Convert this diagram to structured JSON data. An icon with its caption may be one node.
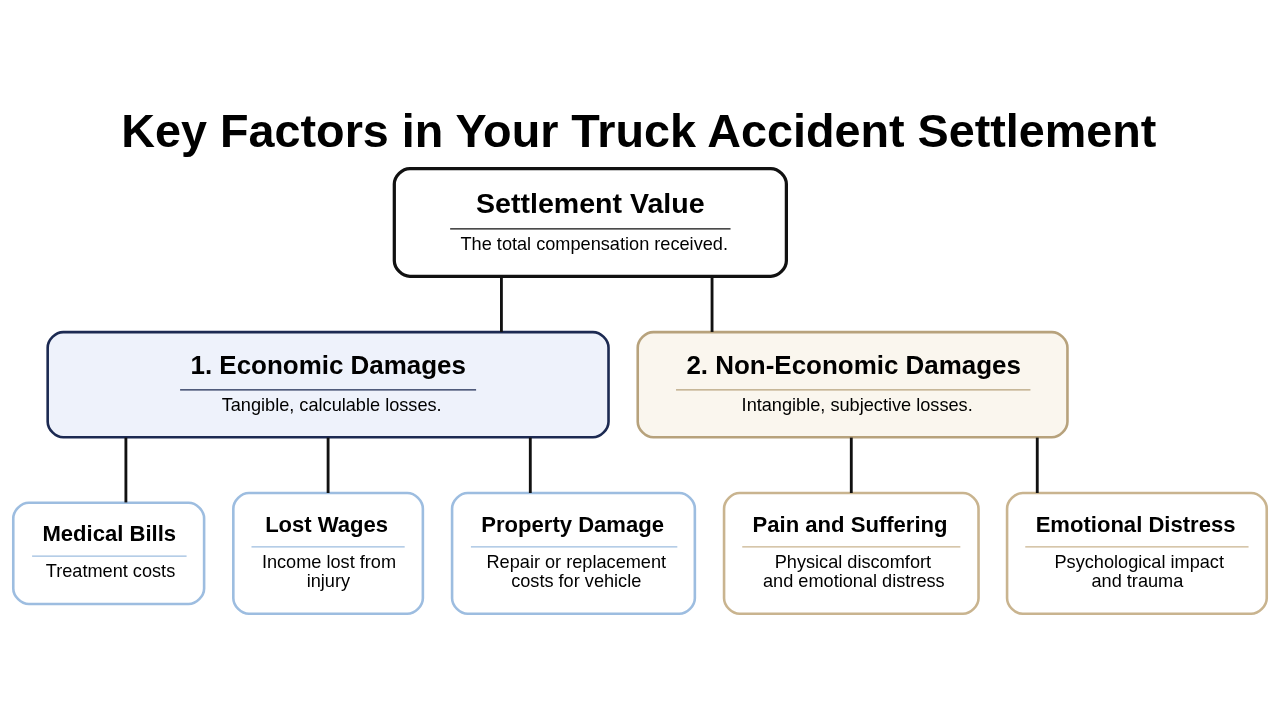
{
  "diagram": {
    "title": "Key Factors in Your Truck Accident Settlement",
    "nodes": [
      {
        "text": [
          "Settlement Value",
          "The total compensation received."
        ]
      },
      {
        "text": [
          "1. Economic Damages",
          "Tangible, calculable losses."
        ]
      },
      {
        "text": [
          "2. Non-Economic Damages",
          "Intangible, subjective losses."
        ]
      },
      {
        "text": [
          "Medical Bills",
          "Treatment costs"
        ]
      },
      {
        "text": [
          "Lost Wages",
          "Income lost from injury"
        ]
      },
      {
        "text": [
          "Property Damage",
          "Repair or replacement costs for vehicle"
        ]
      },
      {
        "text": [
          "Pain and Suffering",
          "Physical discomfort and emotional distress"
        ]
      },
      {
        "text": [
          "Emotional Distress",
          "Psychological impact and trauma"
        ]
      }
    ],
    "edges": [
      {
        "from": 0,
        "to": 1,
        "arrow": "none"
      },
      {
        "from": 0,
        "to": 2,
        "arrow": "none"
      },
      {
        "from": 1,
        "to": 3,
        "arrow": "none"
      },
      {
        "from": 1,
        "to": 4,
        "arrow": "none"
      },
      {
        "from": 1,
        "to": 5,
        "arrow": "none"
      },
      {
        "from": 2,
        "to": 6,
        "arrow": "none"
      },
      {
        "from": 2,
        "to": 7,
        "arrow": "none"
      }
    ]
  }
}
